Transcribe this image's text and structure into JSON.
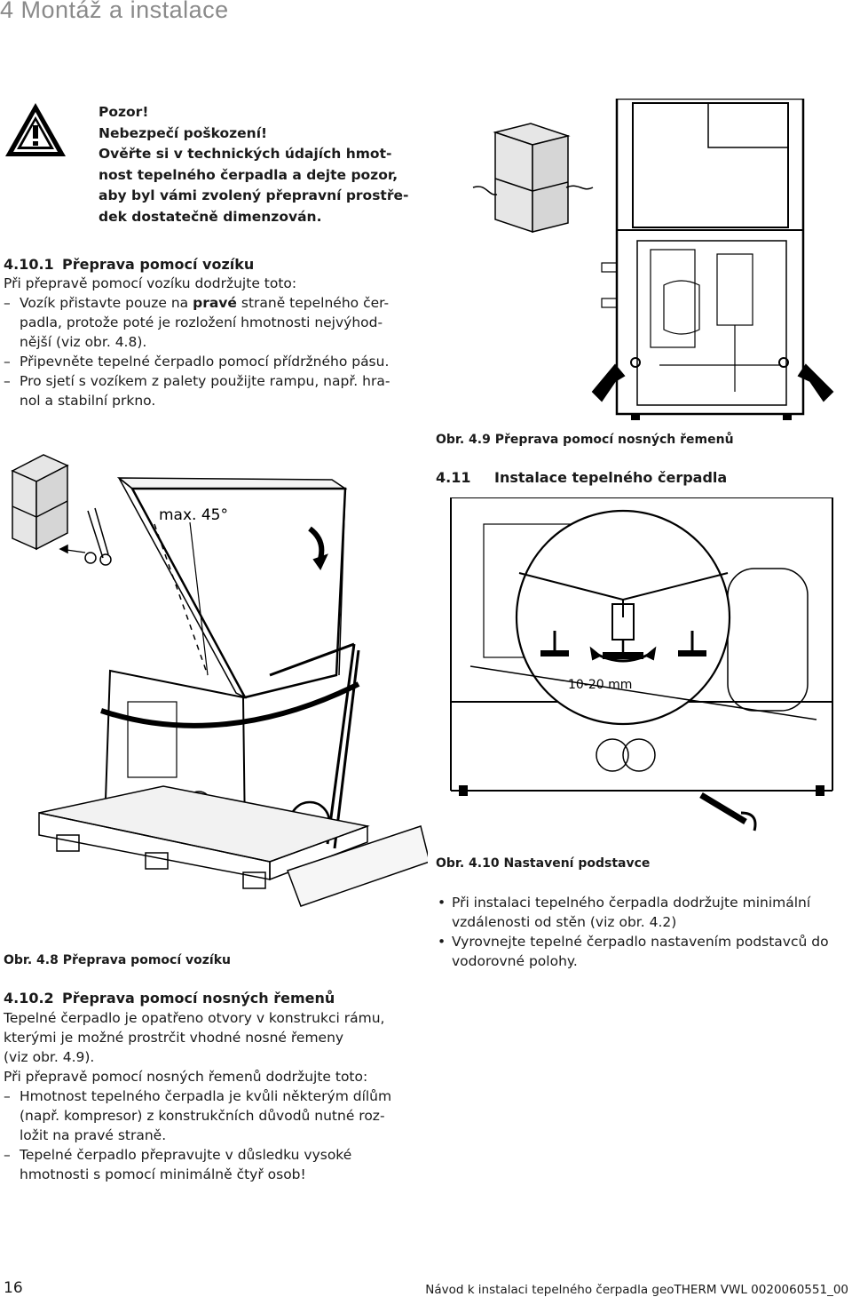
{
  "header": {
    "title": "4 Montáž a instalace"
  },
  "warning": {
    "icon": "warning-triangle-icon",
    "lines": [
      "Pozor!",
      "Nebezpečí poškození!",
      "Ověřte si v technických údajích hmot-",
      "nost tepelného čerpadla a dejte pozor,",
      "aby byl vámi zvolený přepravní prostře-",
      "dek dostatečně dimenzován."
    ]
  },
  "section_4_10_1": {
    "number": "4.10.1",
    "title": "Přeprava pomocí vozíku",
    "intro": "Při přepravě pomocí vozíku dodržujte toto:",
    "item1_a": "Vozík přistavte pouze na ",
    "item1_bold": "pravé",
    "item1_b": " straně tepelného čer-",
    "item1_lines": [
      "padla, protože poté je rozložení hmotnosti nejvýhod-",
      "nější (viz obr. 4.8)."
    ],
    "item2": "Připevněte tepelné čerpadlo pomocí přídržného pásu.",
    "item3_lines": [
      "Pro sjetí s vozíkem z palety použijte rampu, např. hra-",
      "nol a stabilní prkno."
    ]
  },
  "fig_4_8": {
    "label": "max. 45°",
    "caption": "Obr. 4.8 Přeprava pomocí vozíku"
  },
  "fig_4_9": {
    "caption": "Obr. 4.9 Přeprava pomocí nosných řemenů"
  },
  "section_4_11": {
    "number": "4.11",
    "title": "Instalace tepelného čerpadla"
  },
  "fig_4_10": {
    "label": "10-20 mm",
    "caption": "Obr. 4.10 Nastavení podstavce"
  },
  "bullets_4_11": [
    [
      "Při instalaci tepelného čerpadla dodržujte minimální",
      "vzdálenosti od stěn (viz obr. 4.2)"
    ],
    [
      "Vyrovnejte tepelné čerpadlo nastavením podstavců do",
      "vodorovné polohy."
    ]
  ],
  "section_4_10_2": {
    "number": "4.10.2",
    "title": "Přeprava pomocí nosných řemenů",
    "para_lines": [
      "Tepelné čerpadlo je opatřeno otvory v konstrukci rámu,",
      "kterými je možné prostrčit vhodné nosné řemeny",
      "(viz obr. 4.9).",
      "Při přepravě pomocí nosných řemenů dodržujte toto:"
    ],
    "item1_lines": [
      "Hmotnost tepelného čerpadla je kvůli některým dílům",
      "(např. kompresor) z konstrukčních důvodů nutné roz-",
      "ložit na pravé straně."
    ],
    "item2_lines": [
      "Tepelné čerpadlo přepravujte v důsledku vysoké",
      "hmotnosti s pomocí minimálně čtyř osob!"
    ]
  },
  "footer": {
    "page": "16",
    "doc": "Návod k instalaci tepelného čerpadla geoTHERM VWL 0020060551_00"
  }
}
